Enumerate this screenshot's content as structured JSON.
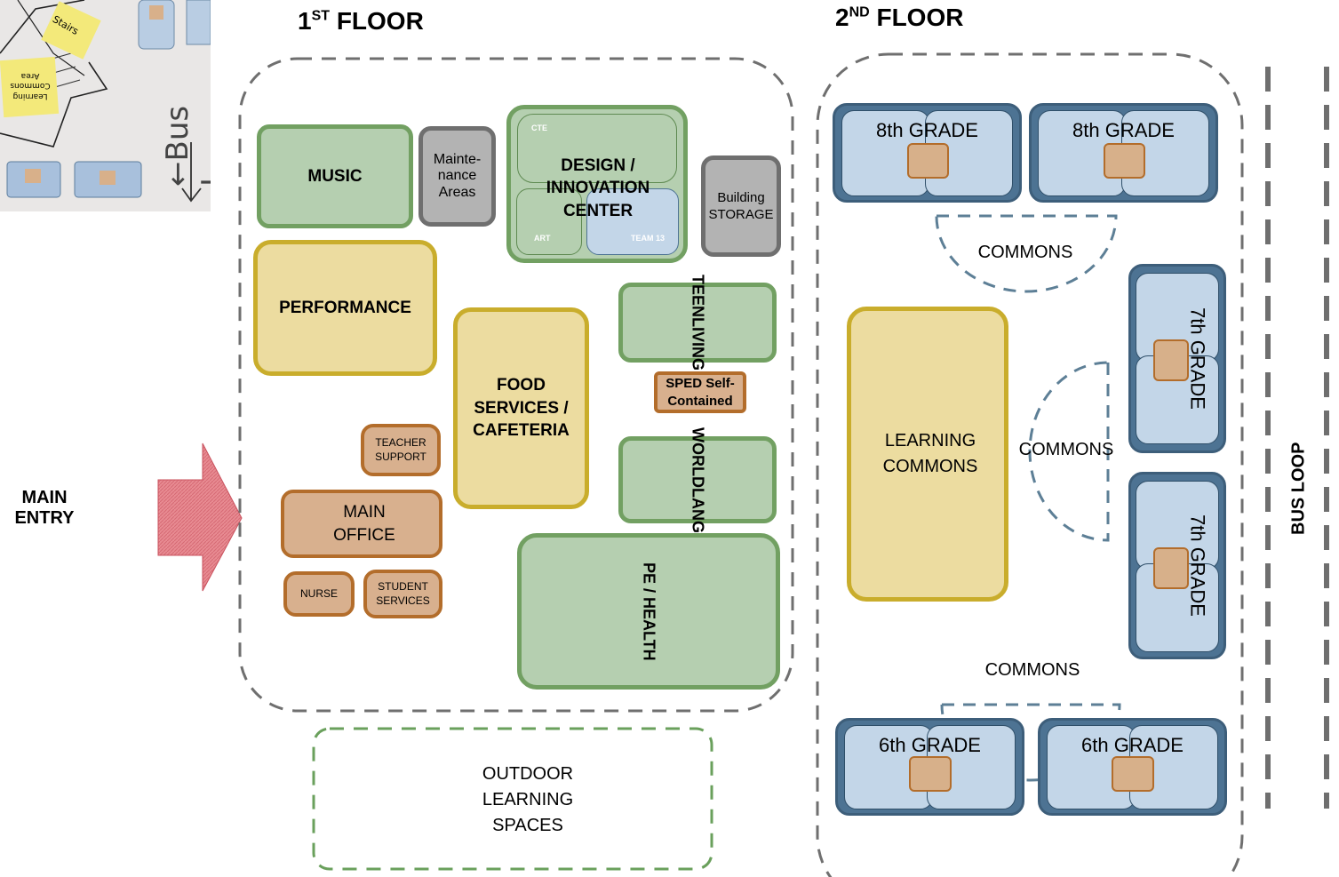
{
  "titles": {
    "floor1_num": "1",
    "floor1_sup": "ST",
    "floor1_word": "FLOOR",
    "floor2_num": "2",
    "floor2_sup": "ND",
    "floor2_word": "FLOOR"
  },
  "entry": {
    "line1": "MAIN",
    "line2": "ENTRY"
  },
  "bus_loop": "BUS LOOP",
  "outdoor": {
    "line1": "OUTDOOR",
    "line2": "LEARNING",
    "line3": "SPACES"
  },
  "floor1": {
    "music": "MUSIC",
    "maintenance": {
      "line1": "Mainte-",
      "line2": "nance",
      "line3": "Areas"
    },
    "design": {
      "line1": "DESIGN /",
      "line2": "INNOVATION",
      "line3": "CENTER",
      "cte": "CTE",
      "art": "ART",
      "team": "TEAM 13"
    },
    "storage": {
      "line1": "Building",
      "line2": "STORAGE"
    },
    "performance": "PERFORMANCE",
    "teen_living": {
      "line1": "TEEN",
      "line2": "LIVING"
    },
    "sped": {
      "line1": "SPED Self-",
      "line2": "Contained"
    },
    "food": {
      "line1": "FOOD",
      "line2": "SERVICES /",
      "line3": "CAFETERIA"
    },
    "teacher_support": {
      "line1": "TEACHER",
      "line2": "SUPPORT"
    },
    "world_lang": {
      "line1": "WORLD",
      "line2": "LANG"
    },
    "main_office": {
      "line1": "MAIN",
      "line2": "OFFICE"
    },
    "nurse": "NURSE",
    "student_services": {
      "line1": "STUDENT",
      "line2": "SERVICES"
    },
    "pe_health": "PE / HEALTH"
  },
  "floor2": {
    "grade8": "8th GRADE",
    "grade7": "7th GRADE",
    "grade6": "6th GRADE",
    "commons": "COMMONS",
    "learning_commons": {
      "line1": "LEARNING",
      "line2": "COMMONS"
    }
  },
  "photo_snippet": {
    "bus_text": "←Bus L",
    "notes": [
      "Stairs",
      "Learning Commons Area"
    ]
  }
}
